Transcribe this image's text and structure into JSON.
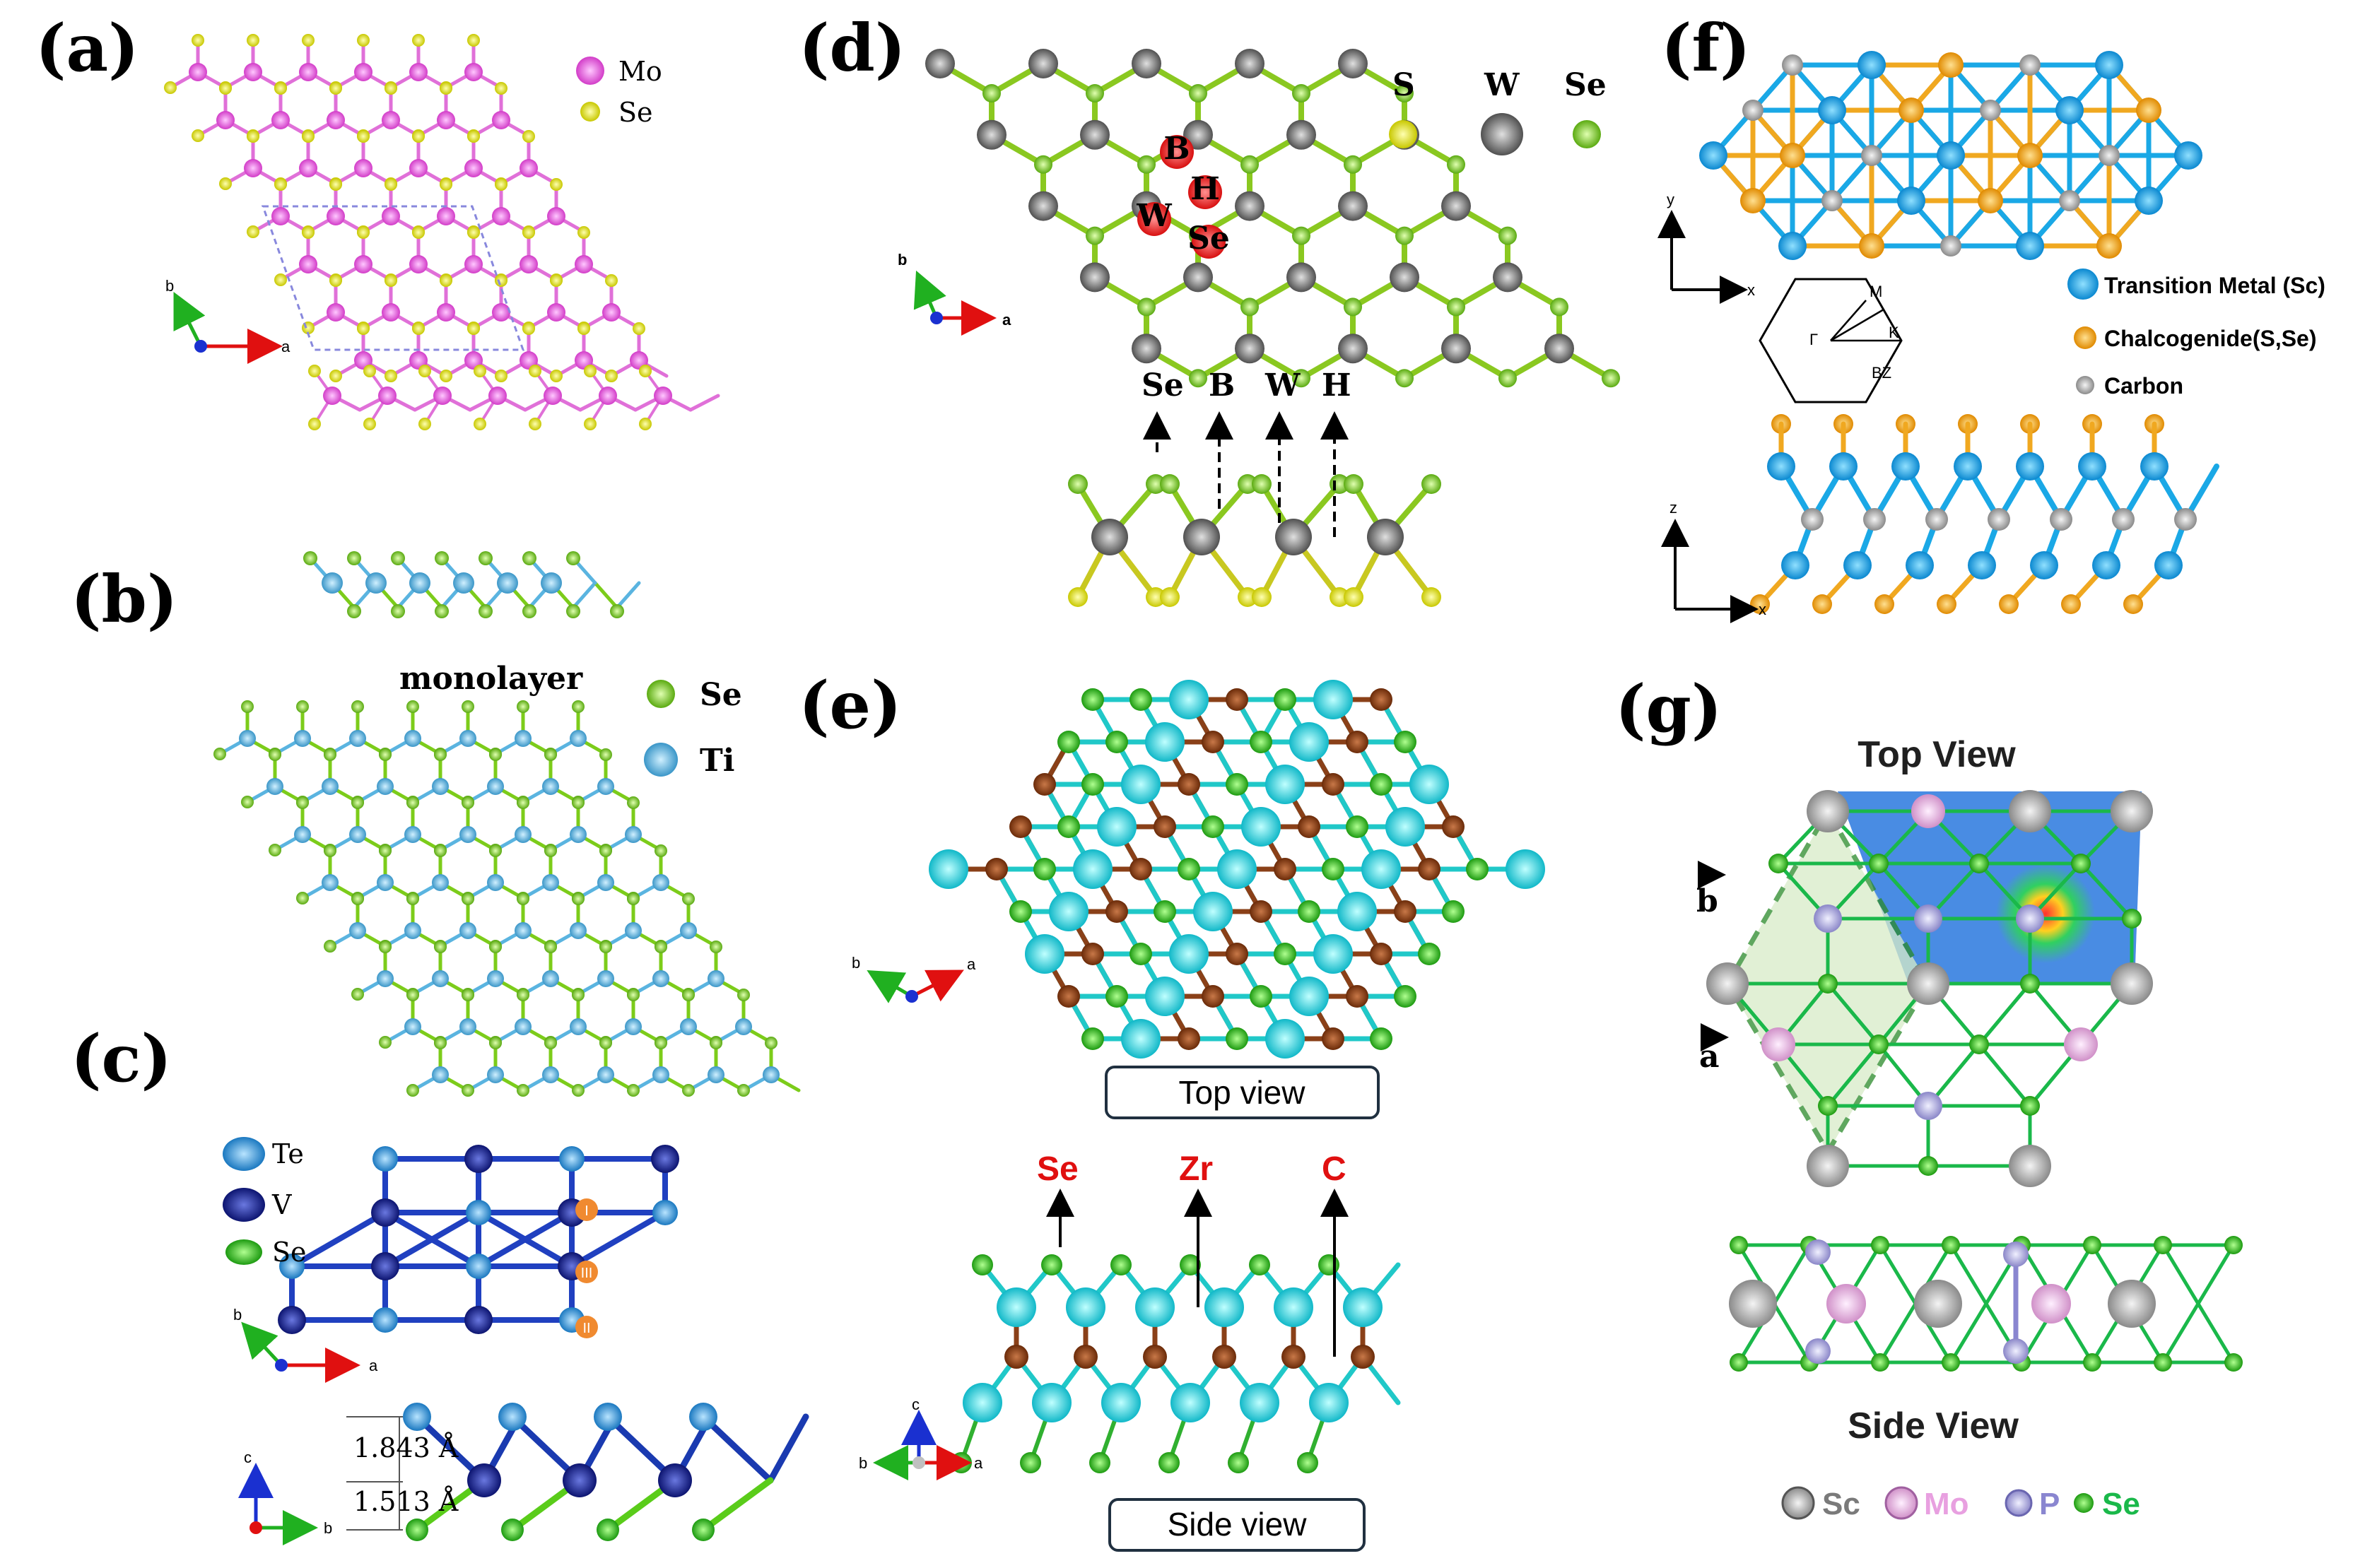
{
  "panels": {
    "a": {
      "label": "(a)",
      "legend": [
        {
          "symbol": "Mo",
          "color": "#e060d8"
        },
        {
          "symbol": "Se",
          "color": "#e6e61a"
        }
      ],
      "axes": [
        "b",
        "a"
      ]
    },
    "b": {
      "label": "(b)",
      "title": "monolayer",
      "legend": [
        {
          "symbol": "Se",
          "color": "#7ccc1a"
        },
        {
          "symbol": "Ti",
          "color": "#5ab4e0"
        }
      ]
    },
    "c": {
      "label": "(c)",
      "legend": [
        {
          "symbol": "Te",
          "color": "#2f9ad8"
        },
        {
          "symbol": "V",
          "color": "#16269a"
        },
        {
          "symbol": "Se",
          "color": "#3ac21a"
        }
      ],
      "sites": [
        "I",
        "III",
        "II"
      ],
      "distances": [
        "1.843 Å",
        "1.513 Å"
      ],
      "axes_top": [
        "b",
        "a"
      ],
      "axes_bottom": [
        "c",
        "b"
      ]
    },
    "d": {
      "label": "(d)",
      "legend": [
        {
          "symbol": "S",
          "color": "#e6e61a"
        },
        {
          "symbol": "W",
          "color": "#808080"
        },
        {
          "symbol": "Se",
          "color": "#6ccc1a"
        }
      ],
      "sites_top": [
        "B",
        "H",
        "W",
        "Se"
      ],
      "sites_side": [
        "Se",
        "B",
        "W",
        "H"
      ],
      "axes": [
        "b",
        "a"
      ]
    },
    "e": {
      "label": "(e)",
      "top_caption": "Top view",
      "side_caption": "Side view",
      "side_labels": [
        "Se",
        "Zr",
        "C"
      ],
      "axes_top": [
        "b",
        "a"
      ],
      "axes_bottom": [
        "c",
        "b",
        "a"
      ]
    },
    "f": {
      "label": "(f)",
      "legend": [
        {
          "name": "Transition Metal (Sc)",
          "color": "#1aa8e6"
        },
        {
          "name": "Chalcogenide(S,Se)",
          "color": "#f2a81a"
        },
        {
          "name": "Carbon",
          "color": "#a8a8a8"
        }
      ],
      "bz": [
        "M",
        "Γ",
        "K",
        "BZ"
      ],
      "axes_top": [
        "y",
        "x"
      ],
      "axes_bottom": [
        "z",
        "x"
      ]
    },
    "g": {
      "label": "(g)",
      "top_caption": "Top View",
      "side_caption": "Side View",
      "vectors": [
        "b",
        "a"
      ],
      "legend": [
        {
          "name": "Sc",
          "color": "#8a8a8a"
        },
        {
          "name": "Mo",
          "color": "#e8a0e0"
        },
        {
          "name": "P",
          "color": "#8a86d0"
        },
        {
          "name": "Se",
          "color": "#1ab84a"
        }
      ]
    }
  }
}
